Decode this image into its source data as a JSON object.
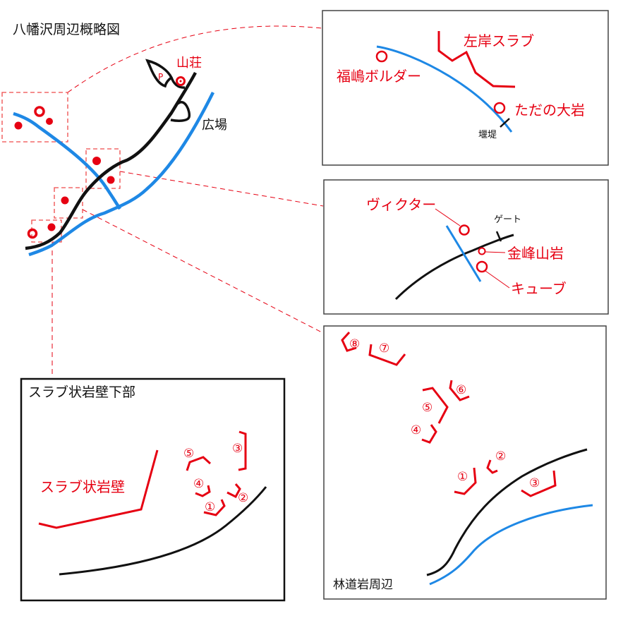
{
  "title": "八幡沢周辺概略図",
  "colors": {
    "road": "#111111",
    "river": "#1e88e5",
    "boulder": "#e60012",
    "leader": "#e60012"
  },
  "overview": {
    "labels": {
      "lodge": "山荘",
      "parking": "P",
      "plaza": "広場"
    },
    "icons": [
      "parking-icon",
      "lodge-icon",
      "boulder-marker"
    ]
  },
  "inset_left_bank": {
    "labels": {
      "left_bank_slab": "左岸スラブ",
      "fukushima_boulder": "福嶋ボルダー",
      "just_big_rock": "ただの大岩",
      "weir": "堰堤"
    }
  },
  "inset_gate": {
    "labels": {
      "victor": "ヴィクター",
      "gate": "ゲート",
      "kinpozan_rock": "金峰山岩",
      "cube": "キューブ"
    }
  },
  "inset_forest_road": {
    "title": "林道岩周辺",
    "numbers": [
      "①",
      "②",
      "③",
      "④",
      "⑤",
      "⑥",
      "⑦",
      "⑧"
    ]
  },
  "inset_slab_wall": {
    "title": "スラブ状岩壁下部",
    "wall_label": "スラブ状岩壁",
    "numbers": [
      "①",
      "②",
      "③",
      "④",
      "⑤"
    ]
  }
}
